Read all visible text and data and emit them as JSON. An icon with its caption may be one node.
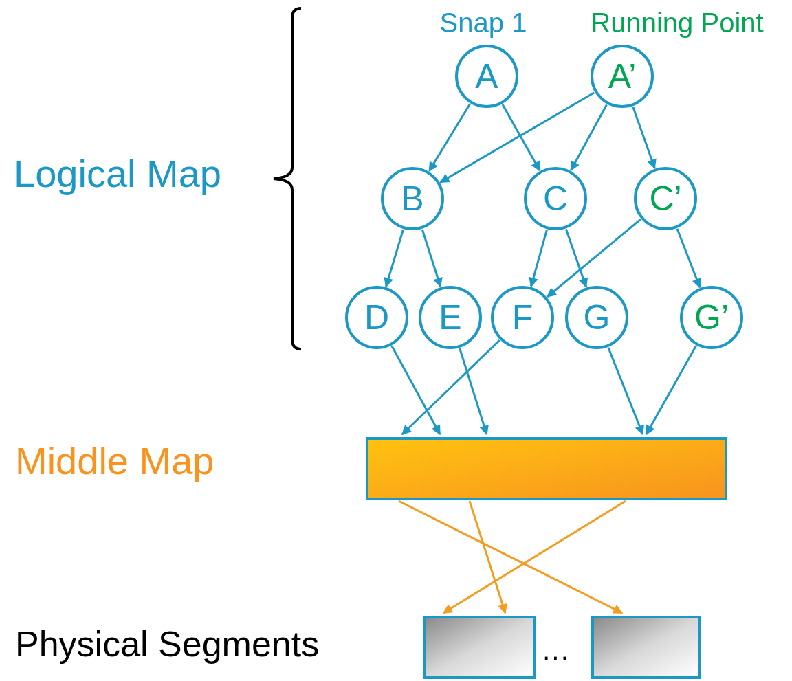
{
  "diagram": {
    "nodes": [
      {
        "text": [
          "A"
        ],
        "beside": [
          "Snap 1"
        ]
      },
      {
        "text": [
          "A’"
        ],
        "beside": [
          "Running Point"
        ]
      },
      {
        "text": [
          "B"
        ]
      },
      {
        "text": [
          "C"
        ]
      },
      {
        "text": [
          "C’"
        ]
      },
      {
        "text": [
          "D"
        ]
      },
      {
        "text": [
          "E"
        ]
      },
      {
        "text": [
          "F"
        ]
      },
      {
        "text": [
          "G"
        ]
      },
      {
        "text": [
          "G’"
        ]
      },
      {
        "text": [],
        "shape": "box"
      },
      {
        "text": [],
        "shape": "box"
      },
      {
        "text": [],
        "shape": "box"
      }
    ],
    "edges": [
      {
        "from": 0,
        "to": 2,
        "arrow": "to"
      },
      {
        "from": 0,
        "to": 3,
        "arrow": "to"
      },
      {
        "from": 1,
        "to": 2,
        "arrow": "to"
      },
      {
        "from": 1,
        "to": 3,
        "arrow": "to"
      },
      {
        "from": 1,
        "to": 4,
        "arrow": "to"
      },
      {
        "from": 2,
        "to": 5,
        "arrow": "to"
      },
      {
        "from": 2,
        "to": 6,
        "arrow": "to"
      },
      {
        "from": 3,
        "to": 7,
        "arrow": "to"
      },
      {
        "from": 3,
        "to": 8,
        "arrow": "to"
      },
      {
        "from": 4,
        "to": 7,
        "arrow": "to"
      },
      {
        "from": 4,
        "to": 9,
        "arrow": "to"
      },
      {
        "from": 5,
        "to": 10,
        "arrow": "to"
      },
      {
        "from": 6,
        "to": 10,
        "arrow": "to"
      },
      {
        "from": 7,
        "to": 10,
        "arrow": "to"
      },
      {
        "from": 8,
        "to": 10,
        "arrow": "to"
      },
      {
        "from": 9,
        "to": 10,
        "arrow": "to"
      },
      {
        "from": 10,
        "to": 12,
        "arrow": "to",
        "color": "#f39c1e"
      },
      {
        "from": 10,
        "to": 11,
        "arrow": "to",
        "color": "#f39c1e"
      },
      {
        "from": 10,
        "to": 11,
        "arrow": "to",
        "color": "#f39c1e"
      }
    ],
    "labels": [
      "Logical Map",
      "Middle Map",
      "Physical Segments",
      "···"
    ]
  }
}
